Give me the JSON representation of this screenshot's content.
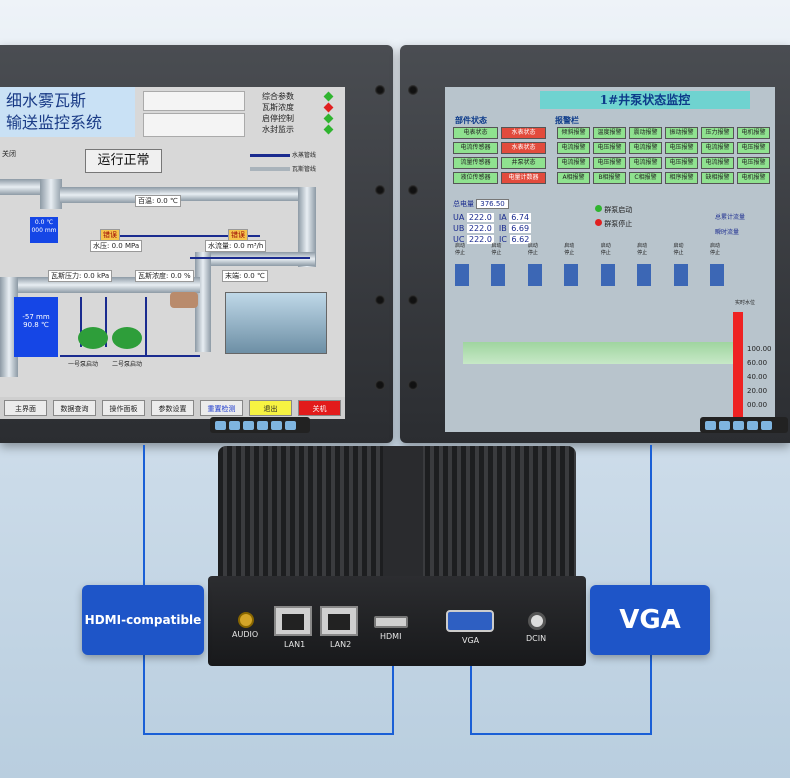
{
  "left_monitor": {
    "title_line1": "细水雾瓦斯",
    "title_line2": "输送监控系统",
    "legend": [
      {
        "label": "综合参数",
        "color": "#2fb42f"
      },
      {
        "label": "瓦斯浓度",
        "color": "#e02020"
      },
      {
        "label": "启停控制",
        "color": "#2fb42f"
      },
      {
        "label": "水封监示",
        "color": "#2fb42f"
      }
    ],
    "pipe_legend_1": "水蒸管线",
    "pipe_legend_2": "瓦斯管线",
    "status": "运行正常",
    "valve_label": "关闭",
    "tags": {
      "temp": "百温: 0.0 ℃",
      "pressure_warn": "错误",
      "water_pressure": "水压: 0.0 MPa",
      "flow_warn": "错误",
      "water_flow": "水流量: 0.0 m³/h",
      "gas_pressure": "瓦斯压力: 0.0 kPa",
      "gas_conc": "瓦斯浓度: 0.0 %",
      "tail_temp": "末端: 0.0 ℃",
      "pump1": "一号泵启动",
      "pump2": "二号泵启动"
    },
    "small_tank": "0.0 ℃ 000 mm",
    "tank": {
      "level": "-57 mm",
      "temp": "90.8 ℃"
    },
    "bottom_buttons": [
      "主界面",
      "数据查询",
      "操作面板",
      "参数设置",
      "重置检测",
      "退出",
      "关机"
    ]
  },
  "right_monitor": {
    "title": "1#井泵状态监控",
    "section_title": "部件状态",
    "alarm_title": "报警栏",
    "left_grid": [
      {
        "text": "电表状态",
        "red": false
      },
      {
        "text": "水表状态",
        "red": true
      },
      {
        "text": "电流传感器",
        "red": false
      },
      {
        "text": "水表状态",
        "red": true
      },
      {
        "text": "流量传感器",
        "red": false
      },
      {
        "text": "井泵状态",
        "red": false
      },
      {
        "text": "液位传感器",
        "red": false
      },
      {
        "text": "电量计数器",
        "red": true
      }
    ],
    "alarm_grid": [
      "倾斜报警",
      "温度报警",
      "震动报警",
      "振动报警",
      "压力报警",
      "电机报警",
      "电流报警",
      "电压报警",
      "电流报警",
      "电压报警",
      "电流报警",
      "电压报警",
      "电流报警",
      "电压报警",
      "电流报警",
      "电压报警",
      "电流报警",
      "电压报警",
      "A相报警",
      "B相报警",
      "C相报警",
      "相序报警",
      "缺相报警",
      "电机报警"
    ],
    "total_energy_label": "总电量",
    "total_energy": "376.50",
    "readings": [
      {
        "u": "UA",
        "uv": "222.0",
        "i": "IA",
        "iv": "6.74"
      },
      {
        "u": "UB",
        "uv": "222.0",
        "i": "IB",
        "iv": "6.69"
      },
      {
        "u": "UC",
        "uv": "222.0",
        "i": "IC",
        "iv": "6.62"
      }
    ],
    "group_start": "群泵启动",
    "group_stop": "群泵停止",
    "pump_start": "启动",
    "pump_stop": "停止",
    "side_text_1": "总累计流量",
    "side_text_2": "瞬时流量",
    "gauge_label": "实时水位",
    "scale": [
      "100.00",
      "60.00",
      "40.00",
      "20.00",
      "00.00"
    ]
  },
  "device": {
    "ports": [
      "AUDIO",
      "LAN1",
      "LAN2",
      "HDMI",
      "VGA",
      "DCIN"
    ]
  },
  "callouts": {
    "hdmi": "HDMI-compatible",
    "vga": "VGA"
  }
}
